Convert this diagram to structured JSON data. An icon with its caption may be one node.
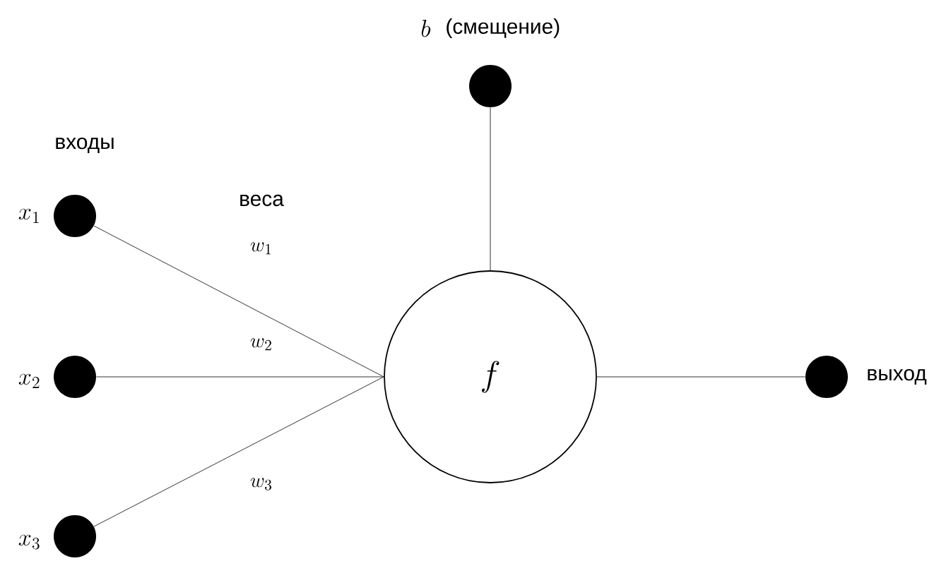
{
  "diagram": {
    "nodes": [
      {
        "text": [],
        "shape": "circle",
        "beside": [
          "x_{1}"
        ]
      },
      {
        "text": [],
        "shape": "circle",
        "beside": [
          "x_{2}"
        ]
      },
      {
        "text": [],
        "shape": "circle",
        "beside": [
          "x_{3}"
        ]
      },
      {
        "text": [],
        "shape": "circle",
        "beside": [
          "b",
          "(смещение)"
        ]
      },
      {
        "text": [
          "f"
        ]
      },
      {
        "text": [],
        "shape": "circle",
        "beside": [
          "выход"
        ]
      }
    ],
    "edges": [
      {
        "from": 0,
        "to": 4,
        "arrow": "none",
        "label": "w_{1}"
      },
      {
        "from": 1,
        "to": 4,
        "arrow": "none",
        "label": "w_{2}"
      },
      {
        "from": 2,
        "to": 4,
        "arrow": "none",
        "label": "w_{3}"
      },
      {
        "from": 3,
        "to": 4,
        "arrow": "none"
      },
      {
        "from": 4,
        "to": 5,
        "arrow": "none"
      }
    ],
    "labels": [
      "входы",
      "веса"
    ]
  }
}
